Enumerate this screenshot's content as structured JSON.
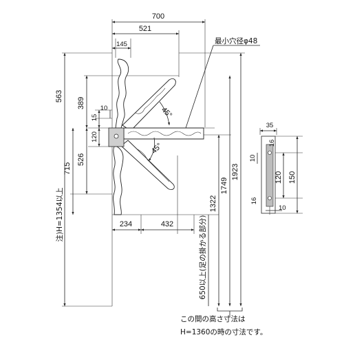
{
  "dims": {
    "top_width": "700",
    "width_521": "521",
    "width_145": "145",
    "left_563": "563",
    "left_389": "389",
    "left_10": "10",
    "left_15": "15",
    "left_120": "120",
    "left_526": "526",
    "left_715": "715",
    "bottom_234": "234",
    "bottom_432": "432",
    "right_1322": "1322",
    "right_1749": "1749",
    "right_1923": "1923",
    "angle_upper": "45°",
    "angle_lower": "45°",
    "detail_35": "35",
    "detail_16_top": "16",
    "detail_10_left": "10",
    "detail_120": "120",
    "detail_150": "150",
    "detail_16_bottom": "16",
    "detail_10_bottom": "10"
  },
  "labels": {
    "min_hole": "最小穴径φ48",
    "note_height": "注)H=1354以上",
    "note_650": "650以上(足の掛かる部分)",
    "footer_line1": "この間の高さ寸法は",
    "footer_line2": "H=1360の時の寸法です。"
  }
}
